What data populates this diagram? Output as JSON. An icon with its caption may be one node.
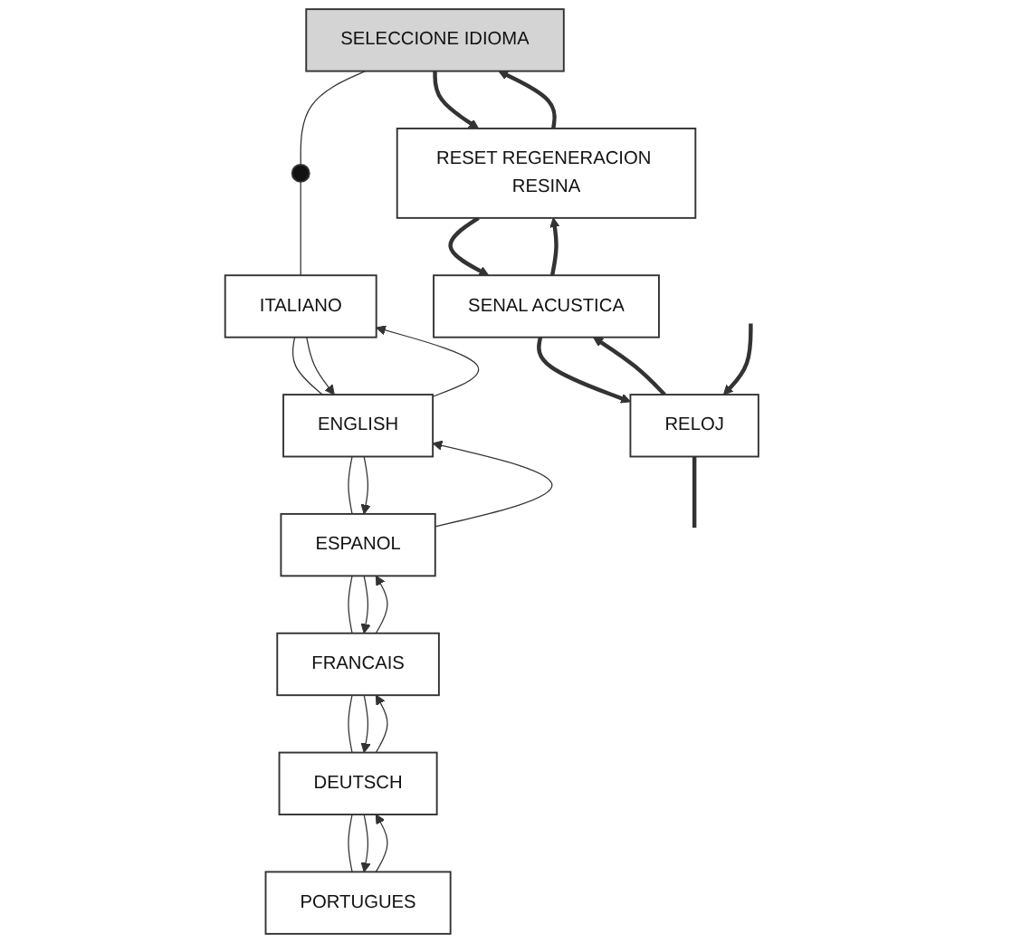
{
  "diagram": {
    "nodes": [
      {
        "text": [
          "SELECCIONE IDIOMA"
        ]
      },
      {
        "text": [
          "RESET REGENERACION RESINA"
        ]
      },
      {
        "text": [
          "SENAL ACUSTICA"
        ]
      },
      {
        "text": [
          "RELOJ"
        ]
      },
      {
        "text": [],
        "shape": "circle"
      },
      {
        "text": [
          "ITALIANO"
        ]
      },
      {
        "text": [
          "ENGLISH"
        ]
      },
      {
        "text": [
          "ESPANOL"
        ]
      },
      {
        "text": [
          "FRANCAIS"
        ]
      },
      {
        "text": [
          "DEUTSCH"
        ]
      },
      {
        "text": [
          "PORTUGUES"
        ]
      }
    ],
    "edges": [
      {
        "from": 0,
        "to": 4,
        "arrow": "none"
      },
      {
        "from": 4,
        "to": 5,
        "arrow": "none"
      },
      {
        "from": 0,
        "to": 1,
        "arrow": "to",
        "style": "thick"
      },
      {
        "from": 1,
        "to": 0,
        "arrow": "to",
        "style": "thick"
      },
      {
        "from": 1,
        "to": 2,
        "arrow": "to",
        "style": "thick"
      },
      {
        "from": 2,
        "to": 1,
        "arrow": "to",
        "style": "thick"
      },
      {
        "from": 2,
        "to": 3,
        "arrow": "to",
        "style": "thick"
      },
      {
        "from": 3,
        "to": 2,
        "arrow": "to",
        "style": "thick"
      },
      {
        "from": null,
        "to": 3,
        "arrow": "to",
        "style": "thick"
      },
      {
        "from": 3,
        "to": null,
        "arrow": "none",
        "style": "thick"
      },
      {
        "from": 5,
        "to": 6,
        "arrow": "none"
      },
      {
        "from": 5,
        "to": 6,
        "arrow": "to"
      },
      {
        "from": 6,
        "to": 5,
        "arrow": "to"
      },
      {
        "from": 6,
        "to": 7,
        "arrow": "none"
      },
      {
        "from": 6,
        "to": 7,
        "arrow": "to"
      },
      {
        "from": 7,
        "to": 6,
        "arrow": "to"
      },
      {
        "from": 7,
        "to": 8,
        "arrow": "none"
      },
      {
        "from": 7,
        "to": 8,
        "arrow": "to"
      },
      {
        "from": 8,
        "to": 7,
        "arrow": "to"
      },
      {
        "from": 8,
        "to": 9,
        "arrow": "none"
      },
      {
        "from": 8,
        "to": 9,
        "arrow": "to"
      },
      {
        "from": 9,
        "to": 8,
        "arrow": "to"
      },
      {
        "from": 9,
        "to": 10,
        "arrow": "none"
      },
      {
        "from": 9,
        "to": 10,
        "arrow": "to"
      },
      {
        "from": 10,
        "to": 9,
        "arrow": "to"
      }
    ]
  }
}
